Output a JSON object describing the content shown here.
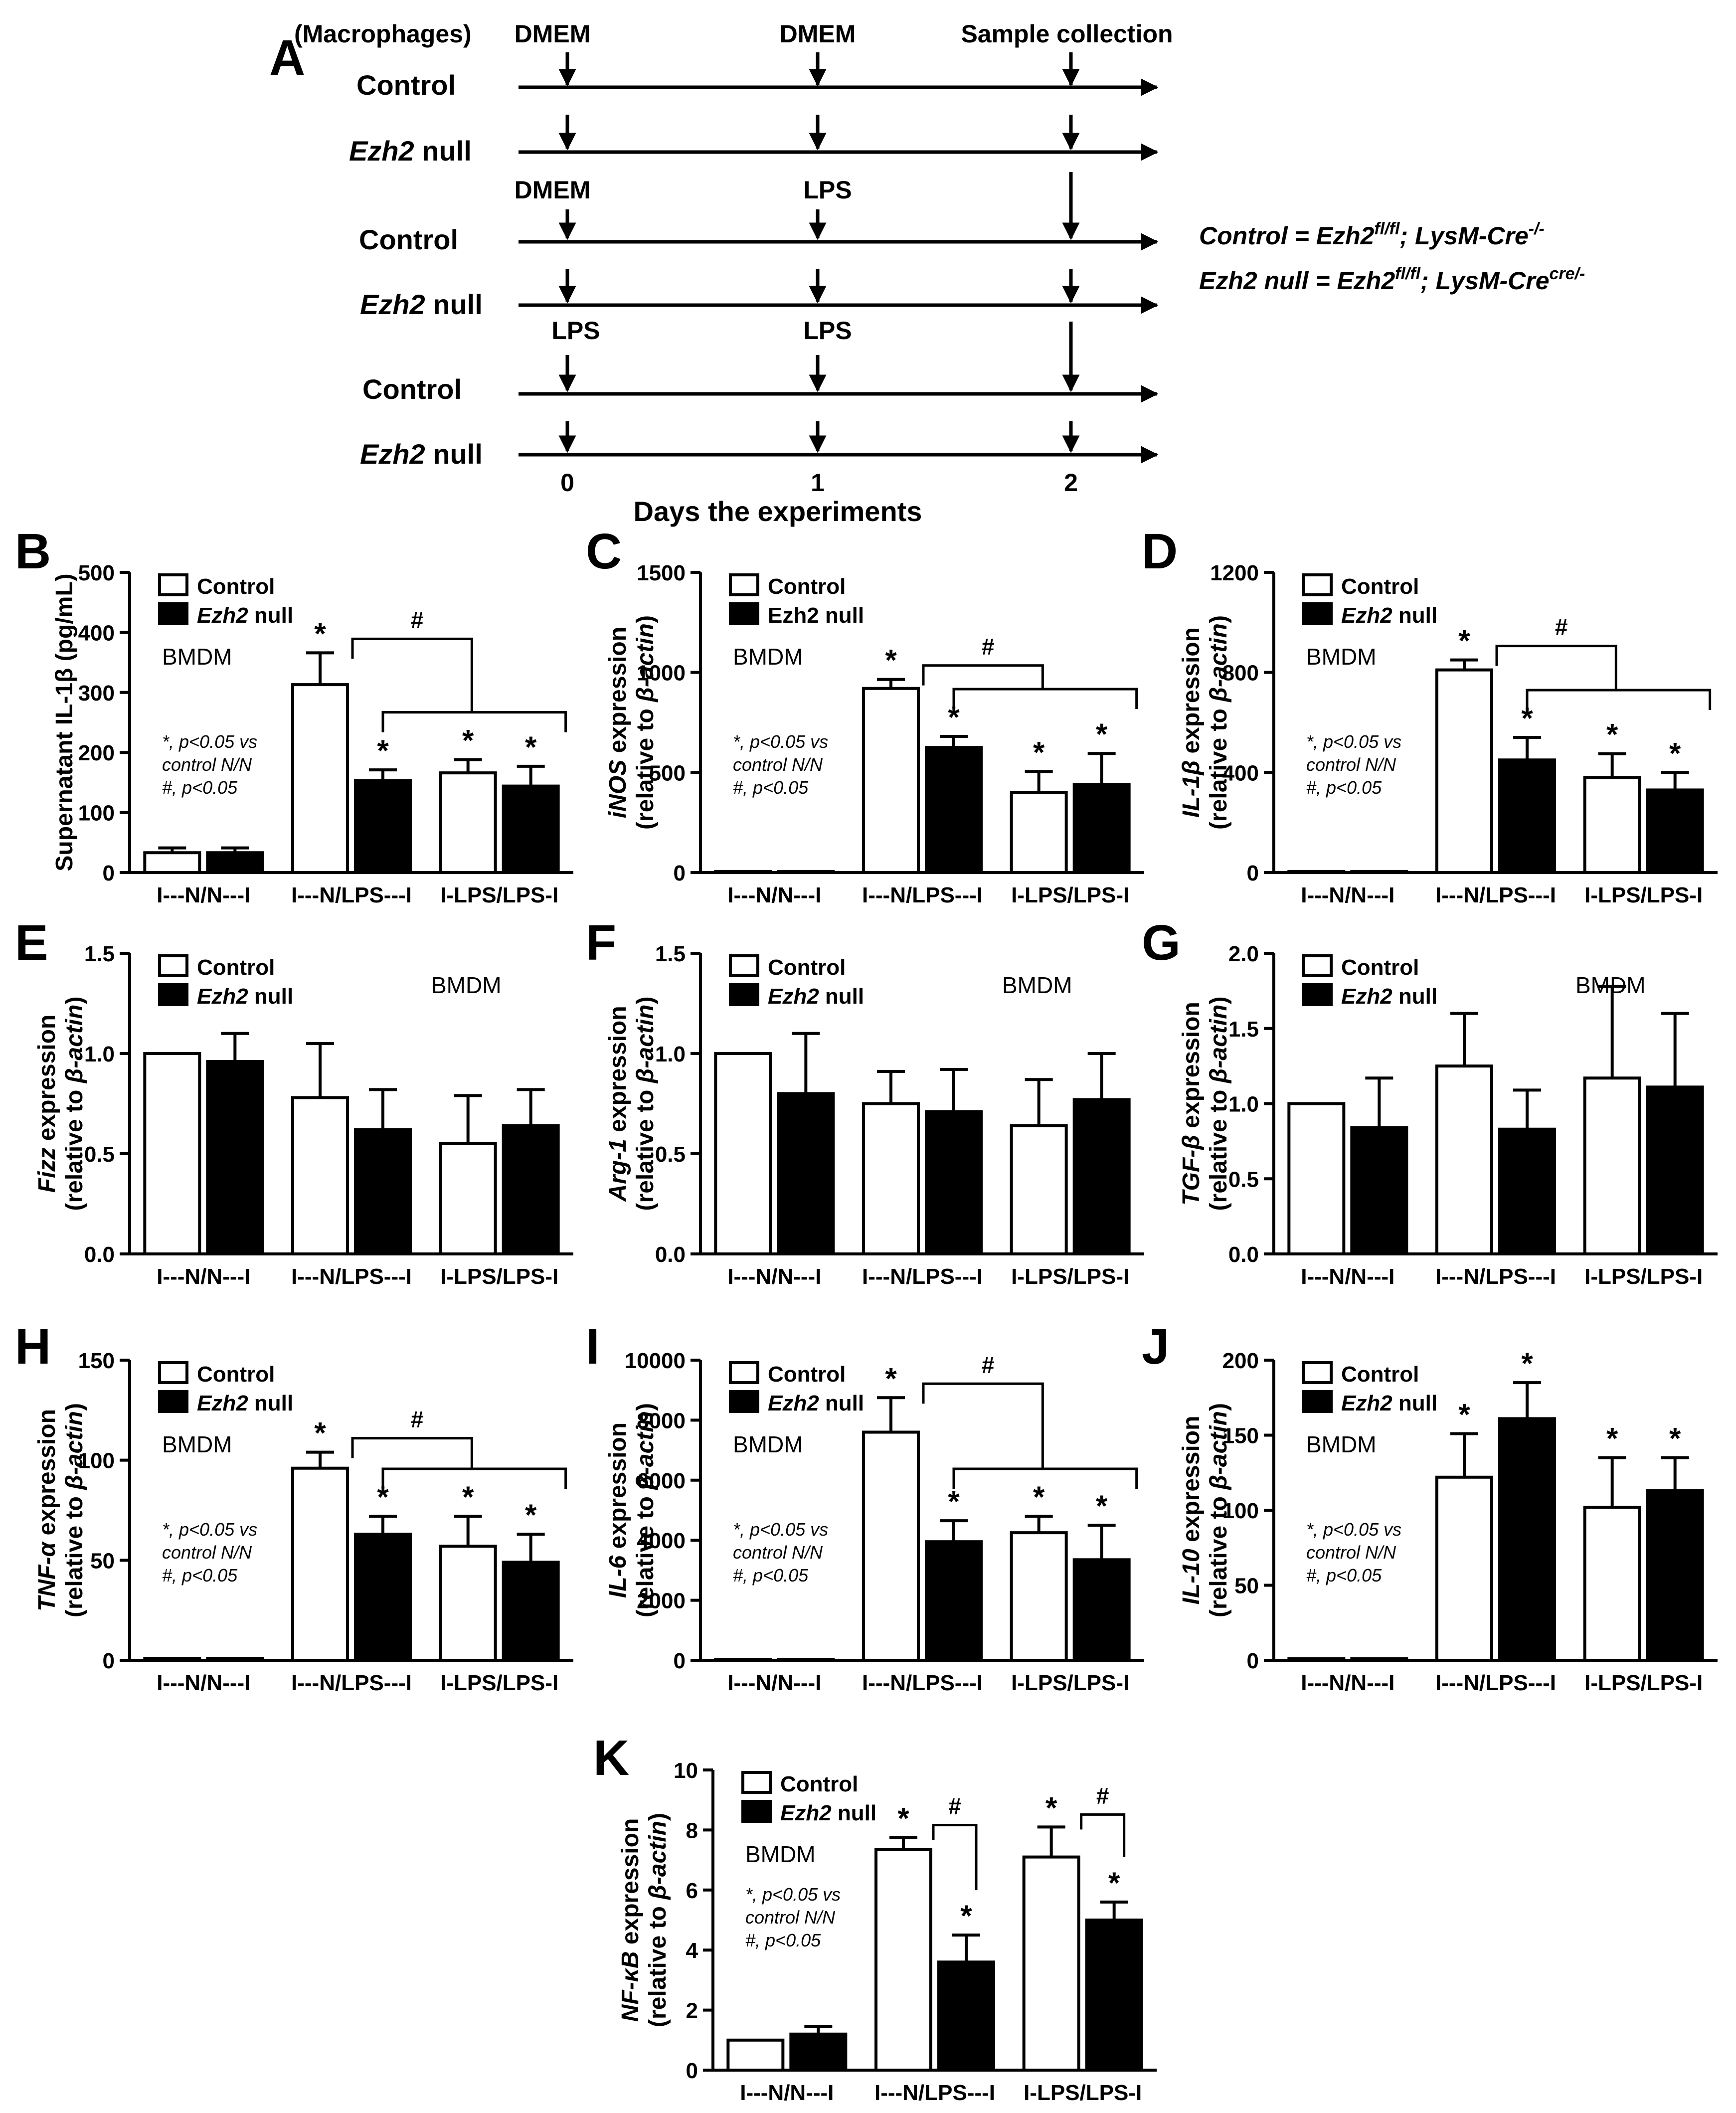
{
  "colors": {
    "control_fill": "#ffffff",
    "null_fill": "#000000",
    "stroke": "#000000"
  },
  "panel_a": {
    "label": "A",
    "macrophages": "(Macrophages)",
    "row_control": "Control",
    "row_null_italic": "Ezh2",
    "row_null_rest": " null",
    "groups": [
      {
        "t0": "DMEM",
        "t1": "DMEM",
        "t2": "Sample collection"
      },
      {
        "t0": "DMEM",
        "t1": "LPS",
        "t2": ""
      },
      {
        "t0": "LPS",
        "t1": "LPS",
        "t2": ""
      }
    ],
    "x_ticks": [
      "0",
      "1",
      "2"
    ],
    "x_title": "Days the experiments",
    "def_control": {
      "a": "Control = Ezh2",
      "sup1": "fl/fl",
      "b": "; LysM-Cre",
      "sup2": "-/-"
    },
    "def_null": {
      "a": "Ezh2 null = Ezh2",
      "sup1": "fl/fl",
      "b": "; LysM-Cre",
      "sup2": "cre/-"
    }
  },
  "common": {
    "legend_control": "Control",
    "legend_null_italic": "Ezh2",
    "legend_null_rest": " null",
    "bmdm": "BMDM",
    "stats_lines": [
      "*, p<0.05 vs",
      "control N/N",
      "#, p<0.05"
    ],
    "star": "*",
    "hash": "#",
    "xticks": [
      "I---N/N---I",
      "I---N/LPS---I",
      "I-LPS/LPS-I"
    ],
    "ylabel_line2_pre": "(relative to ",
    "ylabel_line2_ital": "β-actin",
    "ylabel_line2_post": ")"
  },
  "chart_data": [
    {
      "panel": "B",
      "type": "bar",
      "ylabel": "Supernatant IL-1β (pg/mL)",
      "ylim": [
        0,
        500
      ],
      "yticks": [
        "0",
        "100",
        "200",
        "300",
        "400",
        "500"
      ],
      "categories": [
        "I---N/N---I",
        "I---N/LPS---I",
        "I-LPS/LPS-I"
      ],
      "series": [
        {
          "name": "Control",
          "values": [
            33,
            313,
            166
          ],
          "err": [
            8,
            53,
            22
          ]
        },
        {
          "name": "Ezh2 null",
          "values": [
            33,
            153,
            144
          ],
          "err": [
            8,
            18,
            33
          ]
        }
      ],
      "stars": [
        [
          false,
          true,
          true
        ],
        [
          false,
          true,
          true
        ]
      ],
      "bracket": "n_to_rest",
      "legend_null_italic": true
    },
    {
      "panel": "C",
      "type": "bar",
      "ylabel_italic": "iNOS",
      "ylabel_rest": " expression",
      "ylim": [
        0,
        1500
      ],
      "yticks": [
        "0",
        "500",
        "1000",
        "1500"
      ],
      "categories": [
        "I---N/N---I",
        "I---N/LPS---I",
        "I-LPS/LPS-I"
      ],
      "series": [
        {
          "name": "Control",
          "values": [
            0,
            920,
            400
          ],
          "err": [
            0,
            45,
            105
          ]
        },
        {
          "name": "Ezh2 null",
          "values": [
            0,
            625,
            440
          ],
          "err": [
            0,
            55,
            155
          ]
        }
      ],
      "stars": [
        [
          false,
          true,
          true
        ],
        [
          false,
          true,
          true
        ]
      ],
      "bracket": "n_to_rest",
      "legend_null_italic": false
    },
    {
      "panel": "D",
      "type": "bar",
      "ylabel_italic": "IL-1β",
      "ylabel_rest": " expression",
      "ylim": [
        0,
        1200
      ],
      "yticks": [
        "0",
        "400",
        "800",
        "1200"
      ],
      "categories": [
        "I---N/N---I",
        "I---N/LPS---I",
        "I-LPS/LPS-I"
      ],
      "series": [
        {
          "name": "Control",
          "values": [
            0,
            810,
            380
          ],
          "err": [
            0,
            40,
            95
          ]
        },
        {
          "name": "Ezh2 null",
          "values": [
            0,
            450,
            330
          ],
          "err": [
            0,
            90,
            70
          ]
        }
      ],
      "stars": [
        [
          false,
          true,
          true
        ],
        [
          false,
          true,
          true
        ]
      ],
      "bracket": "n_to_rest",
      "legend_null_italic": true
    },
    {
      "panel": "E",
      "type": "bar",
      "ylabel_italic": "Fizz",
      "ylabel_rest": " expression",
      "ylim": [
        0,
        1.5
      ],
      "yticks": [
        "0.0",
        "0.5",
        "1.0",
        "1.5"
      ],
      "categories": [
        "I---N/N---I",
        "I---N/LPS---I",
        "I-LPS/LPS-I"
      ],
      "series": [
        {
          "name": "Control",
          "values": [
            1.0,
            0.78,
            0.55
          ],
          "err": [
            0,
            0.27,
            0.24
          ]
        },
        {
          "name": "Ezh2 null",
          "values": [
            0.96,
            0.62,
            0.64
          ],
          "err": [
            0.14,
            0.2,
            0.18
          ]
        }
      ],
      "stars": [
        [
          false,
          false,
          false
        ],
        [
          false,
          false,
          false
        ]
      ],
      "bracket": "none",
      "legend_null_italic": true
    },
    {
      "panel": "F",
      "type": "bar",
      "ylabel_italic": "Arg-1",
      "ylabel_rest": " expression",
      "ylim": [
        0,
        1.5
      ],
      "yticks": [
        "0.0",
        "0.5",
        "1.0",
        "1.5"
      ],
      "categories": [
        "I---N/N---I",
        "I---N/LPS---I",
        "I-LPS/LPS-I"
      ],
      "series": [
        {
          "name": "Control",
          "values": [
            1.0,
            0.75,
            0.64
          ],
          "err": [
            0,
            0.16,
            0.23
          ]
        },
        {
          "name": "Ezh2 null",
          "values": [
            0.8,
            0.71,
            0.77
          ],
          "err": [
            0.3,
            0.21,
            0.23
          ]
        }
      ],
      "stars": [
        [
          false,
          false,
          false
        ],
        [
          false,
          false,
          false
        ]
      ],
      "bracket": "none",
      "legend_null_italic": true
    },
    {
      "panel": "G",
      "type": "bar",
      "ylabel_italic": "TGF-β",
      "ylabel_rest": " expression",
      "ylim": [
        0,
        2.0
      ],
      "yticks": [
        "0.0",
        "0.5",
        "1.0",
        "1.5",
        "2.0"
      ],
      "categories": [
        "I---N/N---I",
        "I---N/LPS---I",
        "I-LPS/LPS-I"
      ],
      "series": [
        {
          "name": "Control",
          "values": [
            1.0,
            1.25,
            1.17
          ],
          "err": [
            0,
            0.35,
            0.61
          ]
        },
        {
          "name": "Ezh2 null",
          "values": [
            0.84,
            0.83,
            1.11
          ],
          "err": [
            0.33,
            0.26,
            0.49
          ]
        }
      ],
      "stars": [
        [
          false,
          false,
          false
        ],
        [
          false,
          false,
          false
        ]
      ],
      "bracket": "none",
      "legend_null_italic": true
    },
    {
      "panel": "H",
      "type": "bar",
      "ylabel_italic": "TNF-α",
      "ylabel_rest": " expression",
      "ylim": [
        0,
        150
      ],
      "yticks": [
        "0",
        "50",
        "100",
        "150"
      ],
      "categories": [
        "I---N/N---I",
        "I---N/LPS---I",
        "I-LPS/LPS-I"
      ],
      "series": [
        {
          "name": "Control",
          "values": [
            1,
            96,
            57
          ],
          "err": [
            0,
            8,
            15
          ]
        },
        {
          "name": "Ezh2 null",
          "values": [
            1,
            63,
            49
          ],
          "err": [
            0,
            9,
            14
          ]
        }
      ],
      "stars": [
        [
          false,
          true,
          true
        ],
        [
          false,
          true,
          true
        ]
      ],
      "bracket": "n_to_rest",
      "legend_null_italic": true
    },
    {
      "panel": "I",
      "type": "bar",
      "ylabel_italic": "IL-6",
      "ylabel_rest": " expression",
      "ylim": [
        0,
        10000
      ],
      "yticks": [
        "0",
        "2000",
        "4000",
        "6000",
        "8000",
        "10000"
      ],
      "categories": [
        "I---N/N---I",
        "I---N/LPS---I",
        "I-LPS/LPS-I"
      ],
      "series": [
        {
          "name": "Control",
          "values": [
            0,
            7600,
            4250
          ],
          "err": [
            0,
            1150,
            550
          ]
        },
        {
          "name": "Ezh2 null",
          "values": [
            0,
            3950,
            3350
          ],
          "err": [
            0,
            700,
            1150
          ]
        }
      ],
      "stars": [
        [
          false,
          true,
          true
        ],
        [
          false,
          true,
          true
        ]
      ],
      "bracket": "n_to_rest",
      "legend_null_italic": true
    },
    {
      "panel": "J",
      "type": "bar",
      "ylabel_italic": "IL-10",
      "ylabel_rest": " expression",
      "ylim": [
        0,
        200
      ],
      "yticks": [
        "0",
        "50",
        "100",
        "150",
        "200"
      ],
      "categories": [
        "I---N/N---I",
        "I---N/LPS---I",
        "I-LPS/LPS-I"
      ],
      "series": [
        {
          "name": "Control",
          "values": [
            1,
            122,
            102
          ],
          "err": [
            0,
            29,
            33
          ]
        },
        {
          "name": "Ezh2 null",
          "values": [
            1,
            161,
            113
          ],
          "err": [
            0,
            24,
            22
          ]
        }
      ],
      "stars": [
        [
          false,
          true,
          true
        ],
        [
          false,
          true,
          true
        ]
      ],
      "bracket": "none",
      "legend_null_italic": true
    },
    {
      "panel": "K",
      "type": "bar",
      "ylabel_italic": "NF-κB",
      "ylabel_rest": " expression",
      "ylim": [
        0,
        10
      ],
      "yticks": [
        "0",
        "2",
        "4",
        "6",
        "8",
        "10"
      ],
      "categories": [
        "I---N/N---I",
        "I---N/LPS---I",
        "I-LPS/LPS-I"
      ],
      "series": [
        {
          "name": "Control",
          "values": [
            1.0,
            7.35,
            7.1
          ],
          "err": [
            0,
            0.4,
            1.0
          ]
        },
        {
          "name": "Ezh2 null",
          "values": [
            1.2,
            3.6,
            5.0
          ],
          "err": [
            0.25,
            0.9,
            0.6
          ]
        }
      ],
      "stars": [
        [
          false,
          true,
          true
        ],
        [
          false,
          true,
          true
        ]
      ],
      "bracket": "pairs",
      "legend_null_italic": true
    }
  ]
}
